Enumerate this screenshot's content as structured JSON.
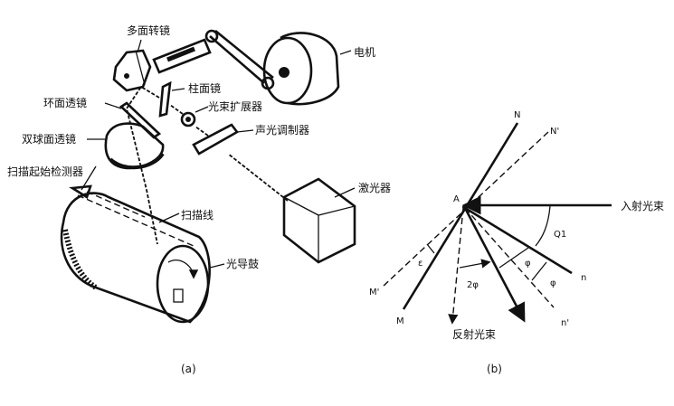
{
  "figure_a": {
    "caption": "(a)",
    "labels": {
      "polygon_mirror": "多面转镜",
      "motor": "电机",
      "cylindrical_mirror": "柱面镜",
      "toroidal_lens": "环面透镜",
      "beam_expander": "光束扩展器",
      "acousto_optic_modulator": "声光调制器",
      "biconvex_lens": "双球面透镜",
      "scan_start_detector": "扫描起始检测器",
      "laser": "激光器",
      "scan_line": "扫描线",
      "photoconductor_drum": "光导鼓"
    }
  },
  "figure_b": {
    "caption": "(b)",
    "labels": {
      "N": "N",
      "N_prime": "N'",
      "A": "A",
      "incident_beam": "入射光束",
      "Q1": "Q1",
      "n": "n",
      "n_prime": "n'",
      "M": "M",
      "M_prime": "M'",
      "reflected_beam": "反射光束",
      "two_phi": "2φ",
      "phi": "φ",
      "phi2": "φ",
      "epsilon": "ε"
    }
  }
}
